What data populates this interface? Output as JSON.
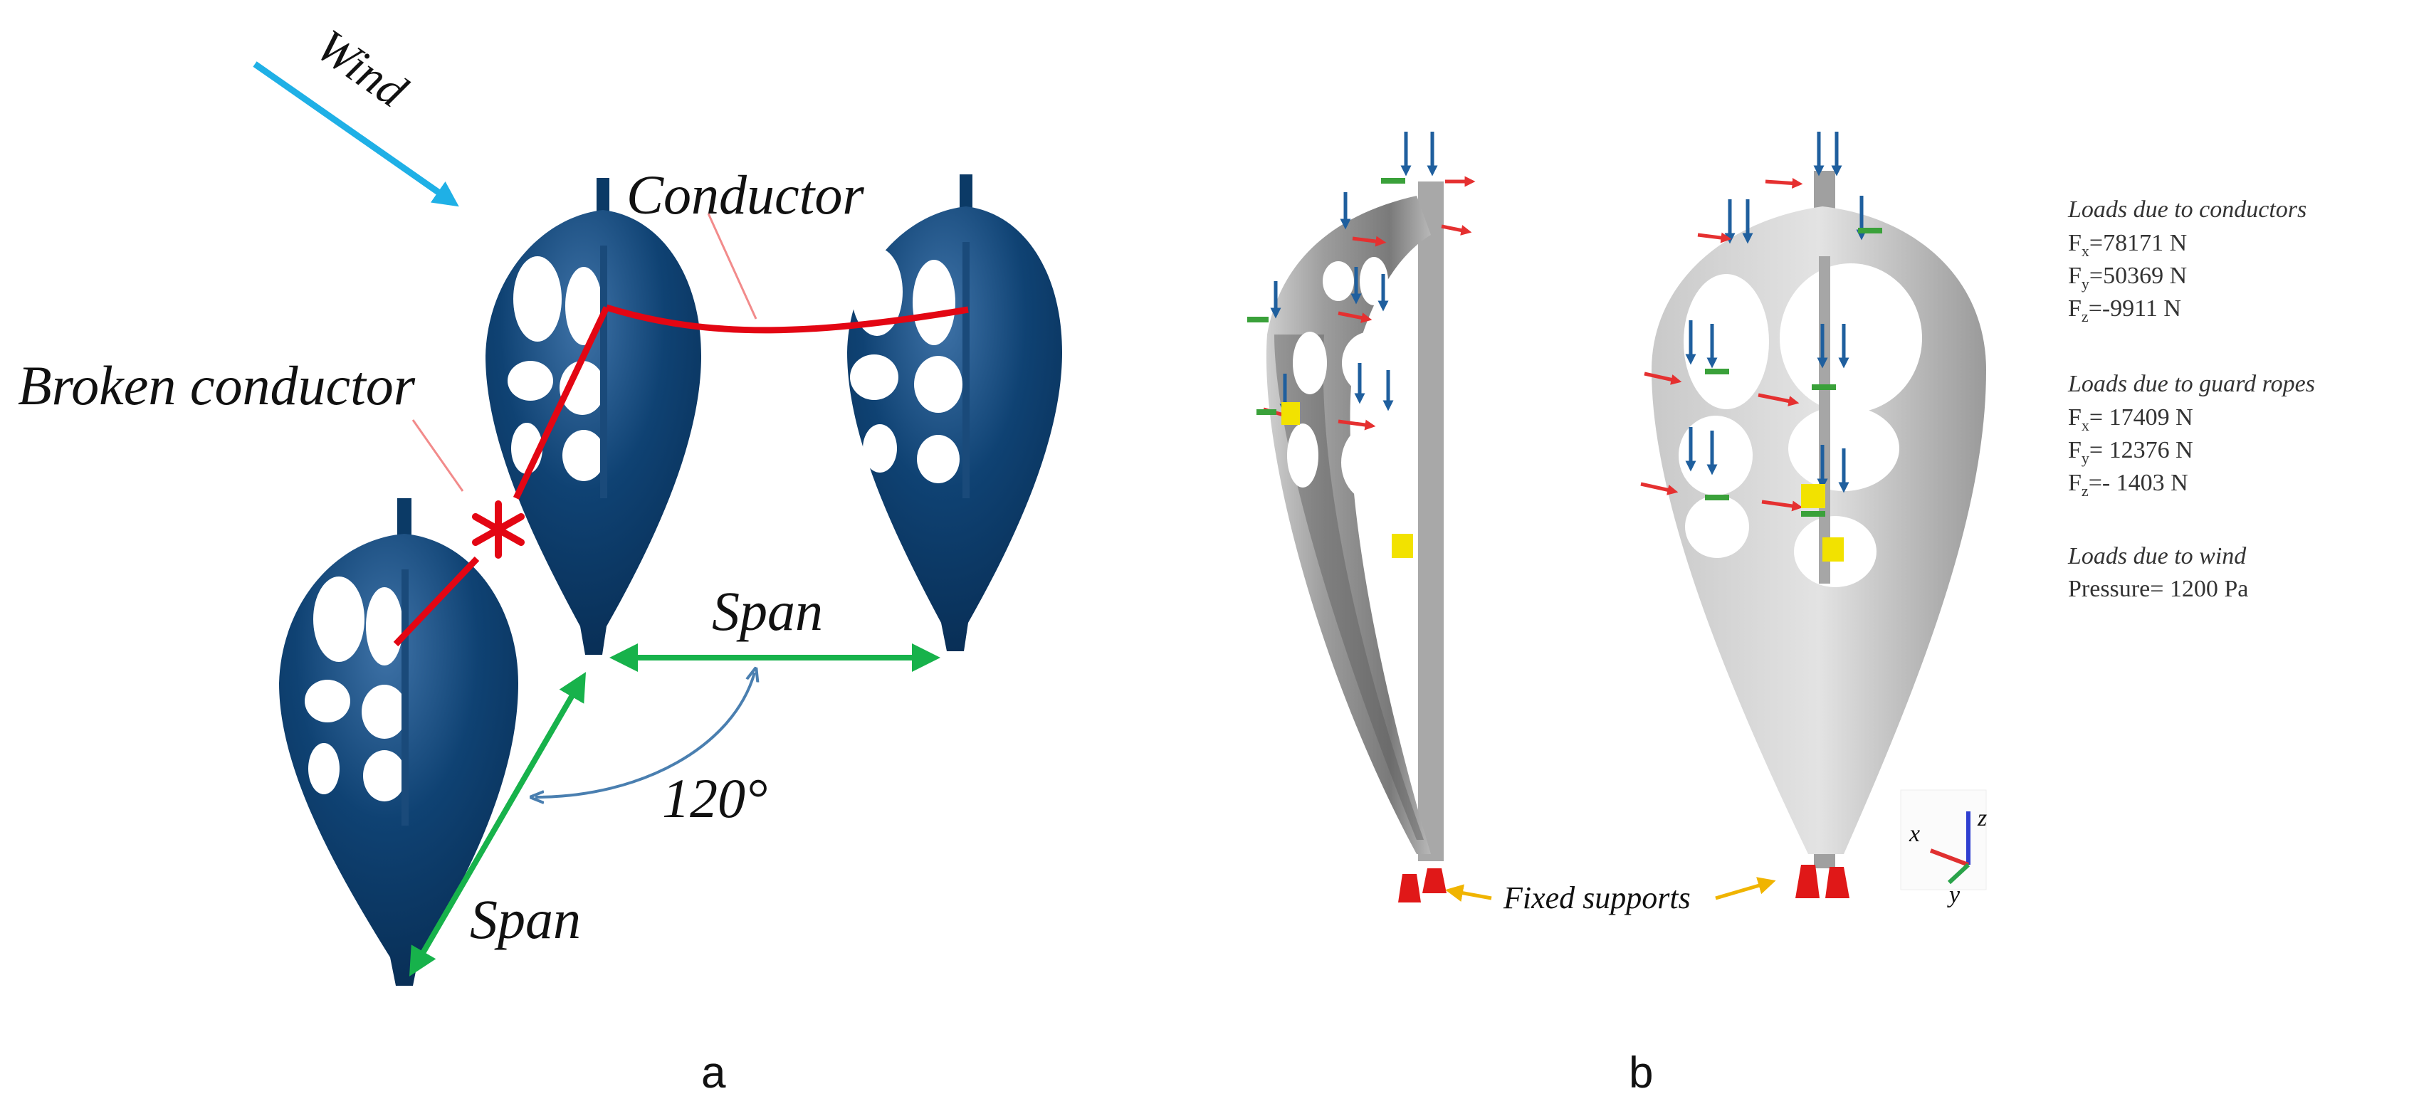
{
  "panel_a": {
    "wind_label": "Wind",
    "conductor_label": "Conductor",
    "broken_label": "Broken conductor",
    "span_label_top": "Span",
    "span_label_bottom": "Span",
    "angle_label": "120°",
    "caption": "a"
  },
  "panel_b": {
    "fixed_supports_label": "Fixed supports",
    "caption": "b",
    "axes": {
      "x": "x",
      "y": "y",
      "z": "z"
    },
    "load_groups": [
      {
        "title": "Loads due to conductors",
        "lines": [
          {
            "main": "F",
            "sub": "x",
            "value": "=78171 N"
          },
          {
            "main": "F",
            "sub": "y",
            "value": "=50369 N"
          },
          {
            "main": "F",
            "sub": "z",
            "value": "=-9911 N"
          }
        ]
      },
      {
        "title": "Loads due to guard ropes",
        "lines": [
          {
            "main": "F",
            "sub": "x",
            "value": "= 17409 N"
          },
          {
            "main": "F",
            "sub": "y",
            "value": "= 12376 N"
          },
          {
            "main": "F",
            "sub": "z",
            "value": "=- 1403 N"
          }
        ]
      },
      {
        "title": "Loads due to wind",
        "lines": [
          {
            "main": "Pressure= 1200 Pa",
            "sub": "",
            "value": ""
          }
        ]
      }
    ]
  },
  "colors": {
    "tower_blue": "#0b3a66",
    "tower_highlight": "#5f8fc0",
    "conductor_red": "#e30613",
    "wind_arrow": "#1fb0e6",
    "span_green": "#17b24b",
    "angle_arrow": "#4a7fb0",
    "model_grey": "#b4b4b4",
    "load_arrow_blue": "#1f5f9e",
    "load_arrow_red": "#e53030",
    "support_red": "#e01818",
    "fixed_arrow": "#f0b400"
  }
}
